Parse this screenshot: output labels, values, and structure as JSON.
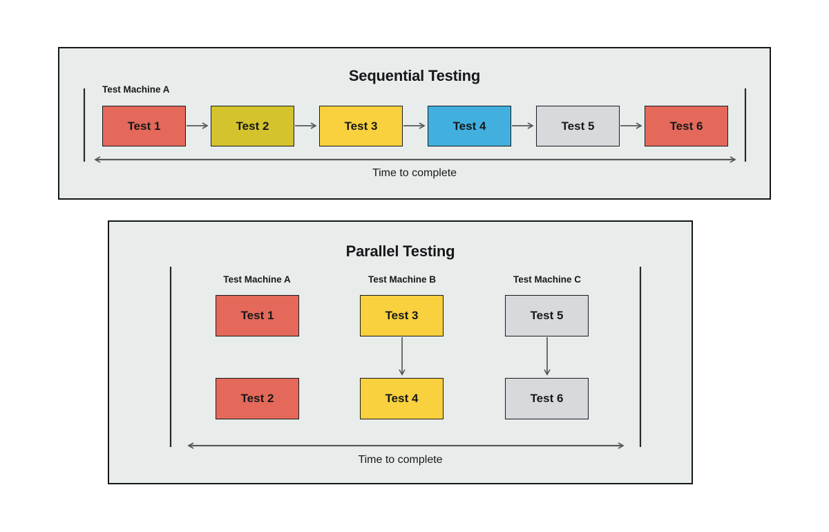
{
  "colors": {
    "page_bg": "#ffffff",
    "panel_bg": "#e8eceb",
    "panel_border": "#141619",
    "box_border": "#17191b",
    "text": "#16181a",
    "arrow": "#54585b",
    "boundary_line": "#26292c",
    "salmon": "#e4695a",
    "olive_yellow": "#d4c32c",
    "yellow": "#f9d03d",
    "blue": "#41b0df",
    "gray": "#d7dadd"
  },
  "sequential": {
    "title": "Sequential Testing",
    "machine_label": "Test Machine A",
    "time_label": "Time to complete",
    "tests": [
      {
        "label": "Test 1",
        "color": "salmon"
      },
      {
        "label": "Test 2",
        "color": "olive_yellow"
      },
      {
        "label": "Test 3",
        "color": "yellow"
      },
      {
        "label": "Test 4",
        "color": "blue"
      },
      {
        "label": "Test 5",
        "color": "gray"
      },
      {
        "label": "Test 6",
        "color": "salmon"
      }
    ]
  },
  "parallel": {
    "title": "Parallel Testing",
    "time_label": "Time to complete",
    "columns": [
      {
        "machine": "Test Machine A",
        "tests": [
          {
            "label": "Test 1",
            "color": "salmon"
          },
          {
            "label": "Test 2",
            "color": "salmon"
          }
        ]
      },
      {
        "machine": "Test Machine B",
        "tests": [
          {
            "label": "Test 3",
            "color": "yellow"
          },
          {
            "label": "Test 4",
            "color": "yellow"
          }
        ]
      },
      {
        "machine": "Test Machine C",
        "tests": [
          {
            "label": "Test 5",
            "color": "gray"
          },
          {
            "label": "Test 6",
            "color": "gray"
          }
        ]
      }
    ]
  }
}
